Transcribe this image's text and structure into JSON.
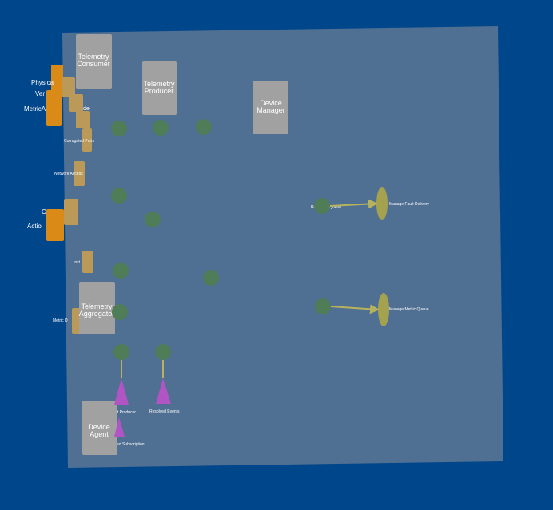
{
  "colors": {
    "background": "#00468b",
    "panel": "#4f6f93",
    "component_box": "#a1a1a1",
    "orange_tab": "#d98a17",
    "tan_tab": "#bb9958",
    "green_node": "#4f7d57",
    "olive_node": "#a5a24f",
    "magenta_cone": "#b255c4",
    "connector": "#b7b35c"
  },
  "components": {
    "telemetry_consumer": {
      "label_line_1": "Telemetry",
      "label_line_2": "Consumer"
    },
    "telemetry_producer": {
      "label_line_1": "Telemetry",
      "label_line_2": "Producer"
    },
    "device_manager": {
      "label_line_1": "Device",
      "label_line_2": "Manager"
    },
    "telemetry_aggregator": {
      "label_line_1": "Telemetry",
      "label_line_2": "Aggregator"
    },
    "device_agent": {
      "label_line_1": "Device",
      "label_line_2": "Agent"
    }
  },
  "side_labels": {
    "physical": "Physica",
    "ver": "Ver",
    "metric": "MetricA",
    "metric_tail": "de",
    "c": "C",
    "actions": "Actio"
  },
  "tiny_labels": {
    "t1": "Corrugated Ports",
    "t2": "Network Access",
    "t3": "Inst",
    "t4": "Metric D",
    "t5": "Alert Producer",
    "t6": "Resolved Events",
    "t7": "Fed Subscription",
    "t8": "Manage Fault Delivery",
    "t9": "Manage Metric Queue",
    "t10": "Reporting Queue"
  }
}
